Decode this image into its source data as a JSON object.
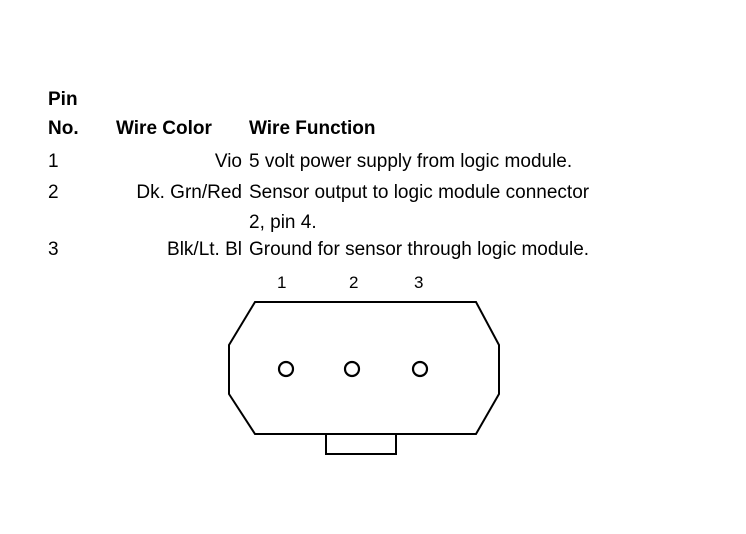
{
  "table": {
    "header": {
      "pin_line1": "Pin",
      "pin_line2": "No.",
      "wire_color": "Wire Color",
      "wire_function": "Wire Function"
    },
    "rows": [
      {
        "pin": "1",
        "color": "Vio",
        "function_lines": [
          "5 volt power supply from logic module."
        ]
      },
      {
        "pin": "2",
        "color": "Dk. Grn/Red",
        "function_lines": [
          "Sensor output to logic module connector",
          "2, pin 4."
        ]
      },
      {
        "pin": "3",
        "color": "Blk/Lt. Bl",
        "function_lines": [
          "Ground for sensor through logic module."
        ]
      }
    ]
  },
  "connector": {
    "pin_labels": [
      "1",
      "2",
      "3"
    ]
  }
}
